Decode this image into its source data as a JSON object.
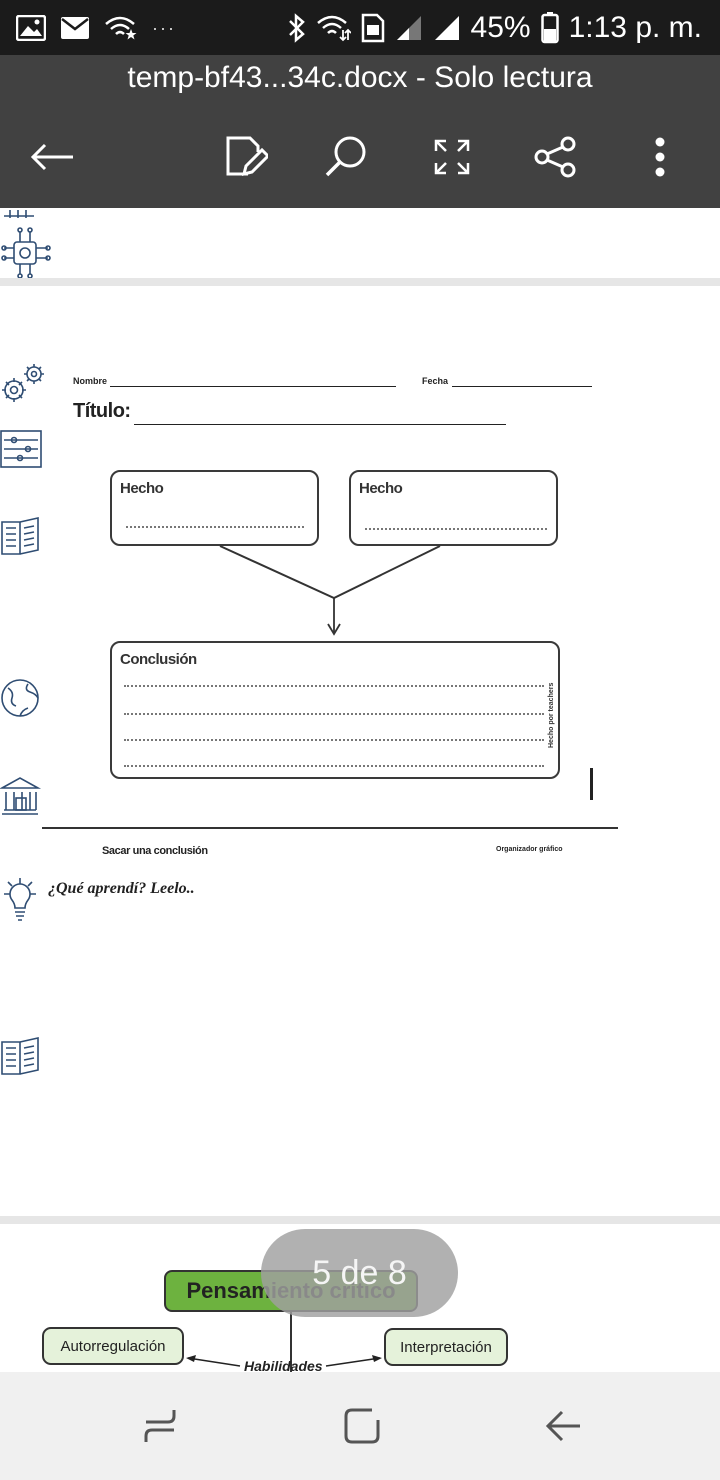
{
  "status_bar": {
    "dots": "···",
    "battery": "45%",
    "time": "1:13 p. m."
  },
  "app_bar": {
    "title": "temp-bf43...34c.docx - Solo lectura"
  },
  "document": {
    "worksheet": {
      "name_label": "Nombre",
      "date_label": "Fecha",
      "title_label": "Título:",
      "fact_left": "Hecho",
      "fact_right": "Hecho",
      "conclusion_label": "Conclusión",
      "footer_left": "Sacar una conclusión",
      "footer_right": "Organizador gráfico",
      "side_credit": "Hecho por teachers"
    },
    "question": "¿Qué aprendí? Leelo..",
    "page_indicator": "5 de 8",
    "mindmap": {
      "center": "Pensamiento crítico",
      "left": "Autorregulación",
      "right": "Interpretación",
      "link": "Habilidades"
    }
  }
}
